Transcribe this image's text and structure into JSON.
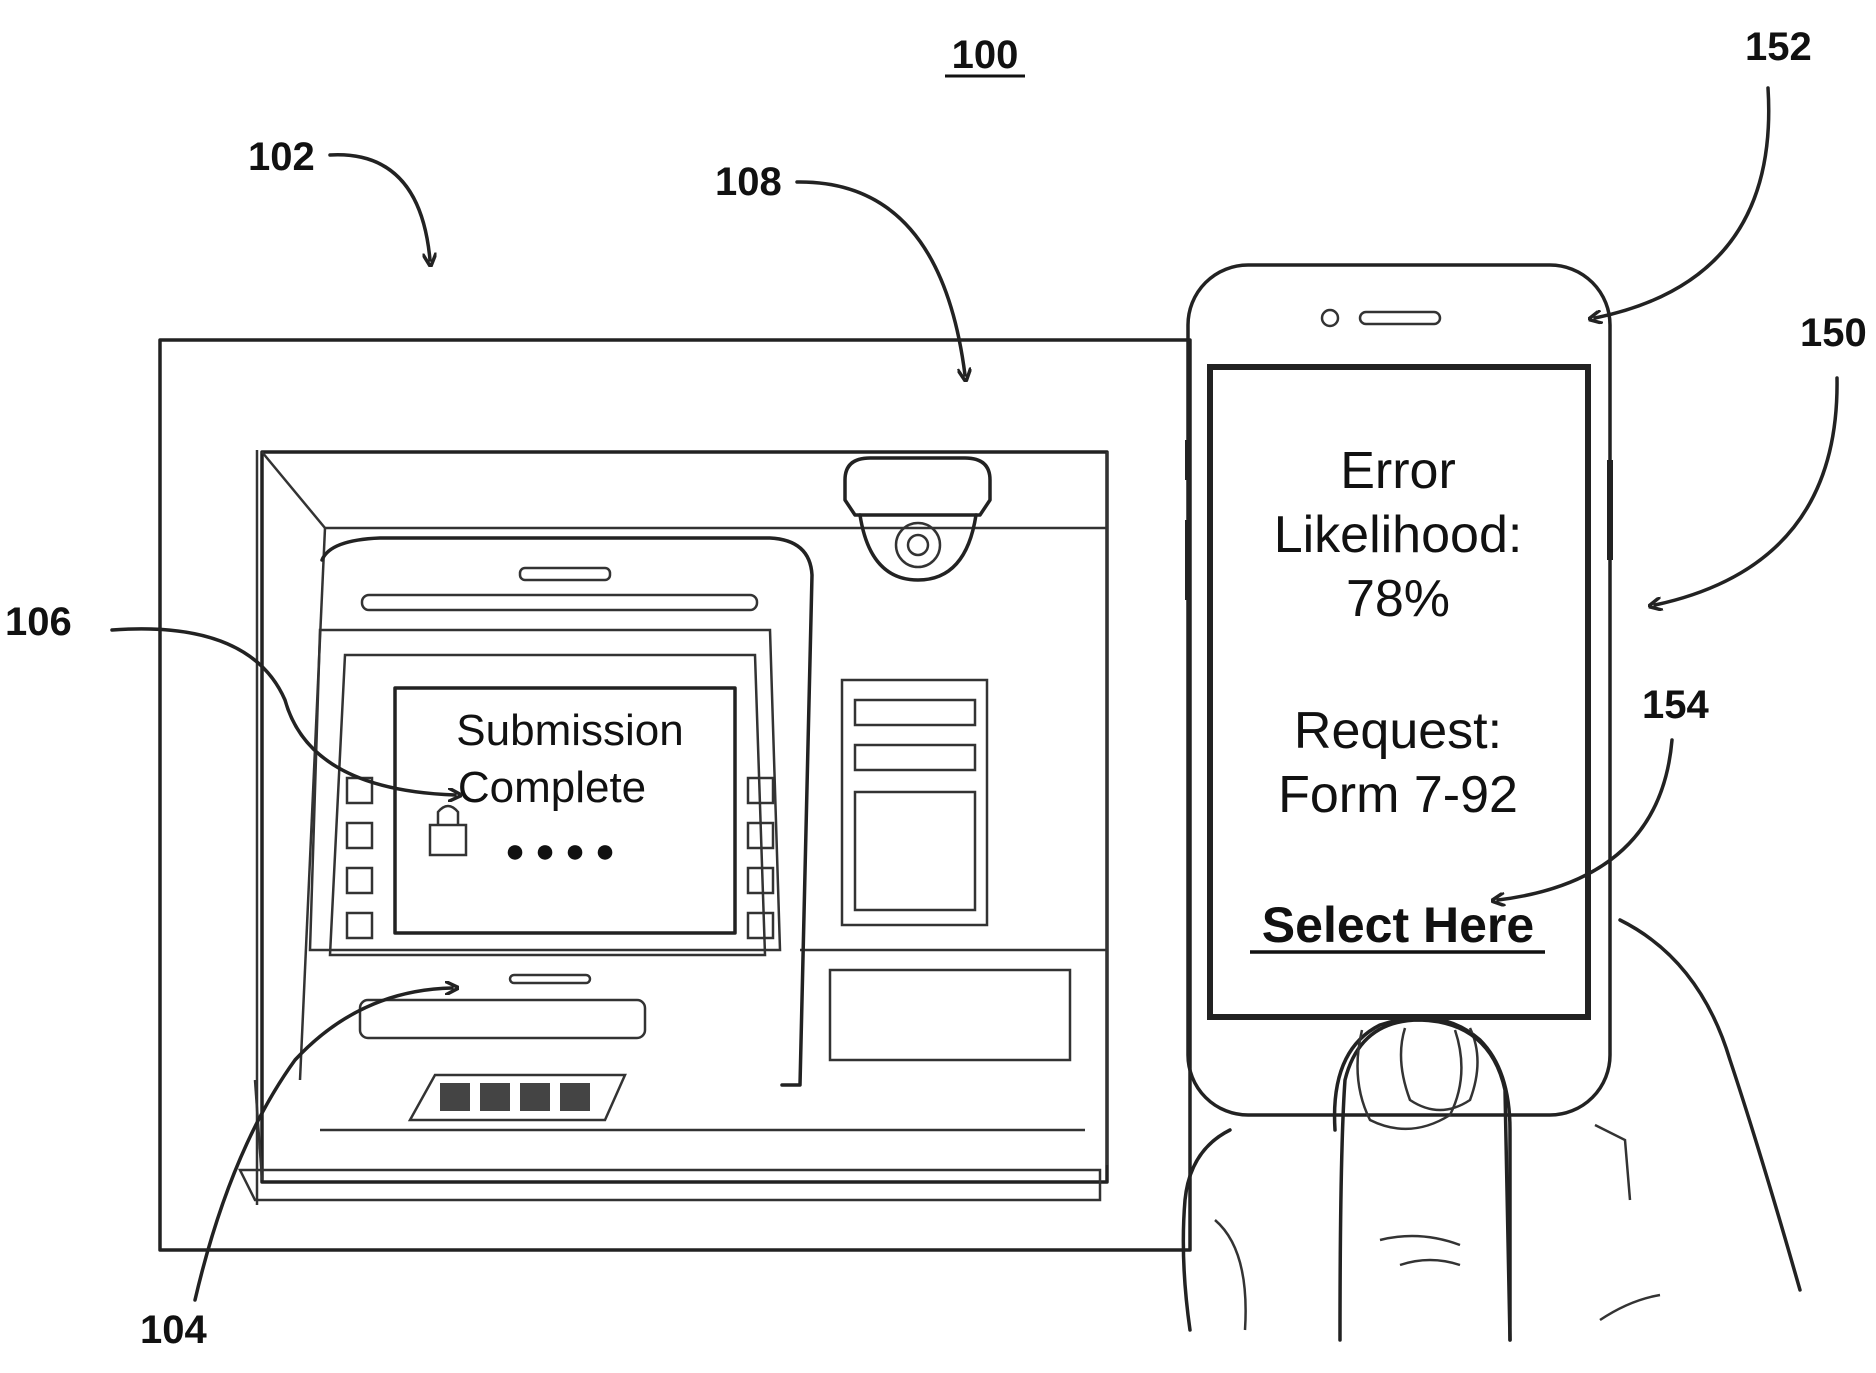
{
  "figure": {
    "number": "100"
  },
  "labels": {
    "system": "102",
    "atm_screen": "106",
    "atm_terminal": "104",
    "atm_housing": "108",
    "user_device": "150",
    "device_screen": "152",
    "select_link": "154"
  },
  "atm_screen": {
    "line1": "Submission",
    "line2": "Complete",
    "pin_mask": "● ● ● ●"
  },
  "phone_screen": {
    "line1": "Error",
    "line2": "Likelihood:",
    "line3": "78%",
    "line4": "Request:",
    "line5": "Form 7-92",
    "link": "Select Here"
  },
  "icons": [
    "lock-icon",
    "camera-icon",
    "keypad-icon",
    "hand-icon",
    "arrow-icon"
  ]
}
